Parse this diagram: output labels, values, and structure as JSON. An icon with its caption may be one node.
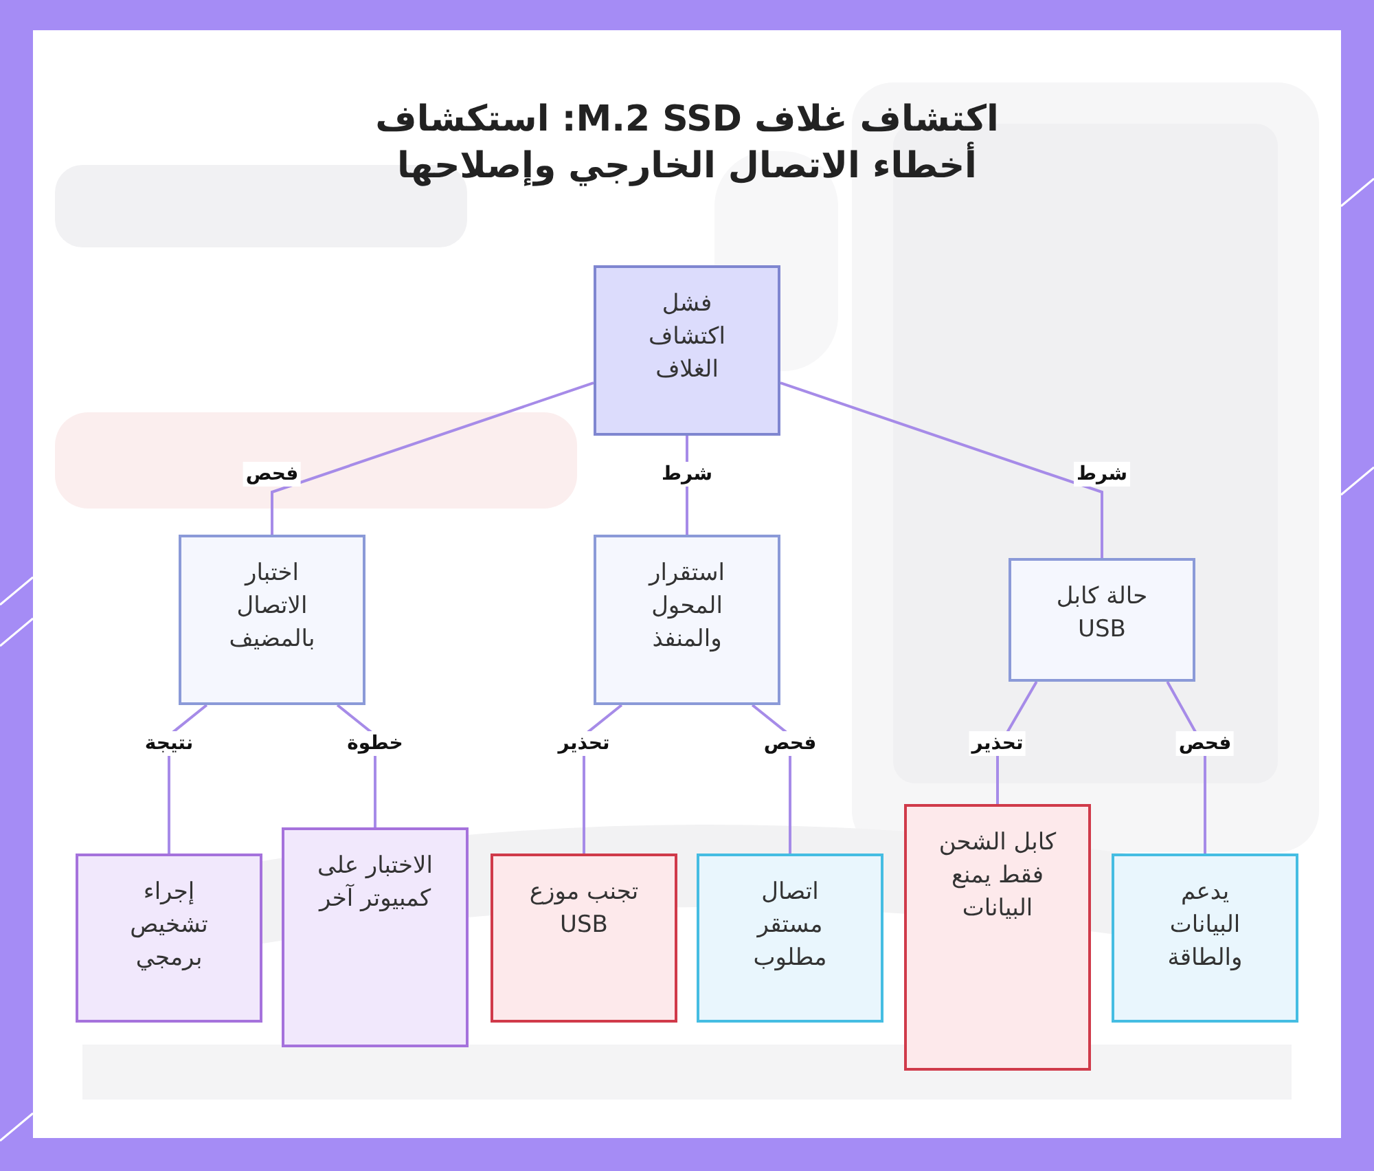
{
  "diagram": {
    "title": "اكتشاف غلاف M.2 SSD: استكشاف أخطاء الاتصال الخارجي وإصلاحها",
    "nodes": [
      {
        "text": [
          "فشل اكتشاف الغلاف"
        ]
      },
      {
        "text": [
          "اختبار الاتصال بالمضيف"
        ]
      },
      {
        "text": [
          "استقرار المحول والمنفذ"
        ]
      },
      {
        "text": [
          "حالة كابل USB"
        ]
      },
      {
        "text": [
          "إجراء تشخيص برمجي"
        ]
      },
      {
        "text": [
          "الاختبار على كمبيوتر آخر"
        ]
      },
      {
        "text": [
          "تجنب موزع USB"
        ]
      },
      {
        "text": [
          "اتصال مستقر مطلوب"
        ]
      },
      {
        "text": [
          "كابل الشحن فقط يمنع البيانات"
        ]
      },
      {
        "text": [
          "يدعم البيانات والطاقة"
        ]
      }
    ],
    "edges": [
      {
        "from": 0,
        "to": 1,
        "arrow": "none",
        "label": "فحص"
      },
      {
        "from": 0,
        "to": 2,
        "arrow": "none",
        "label": "شرط"
      },
      {
        "from": 0,
        "to": 3,
        "arrow": "none",
        "label": "شرط"
      },
      {
        "from": 1,
        "to": 4,
        "arrow": "none",
        "label": "نتيجة"
      },
      {
        "from": 1,
        "to": 5,
        "arrow": "none",
        "label": "خطوة"
      },
      {
        "from": 2,
        "to": 6,
        "arrow": "none",
        "label": "تحذير"
      },
      {
        "from": 2,
        "to": 7,
        "arrow": "none",
        "label": "فحص"
      },
      {
        "from": 3,
        "to": 8,
        "arrow": "none",
        "label": "تحذير"
      },
      {
        "from": 3,
        "to": 9,
        "arrow": "none",
        "label": "فحص"
      }
    ]
  }
}
